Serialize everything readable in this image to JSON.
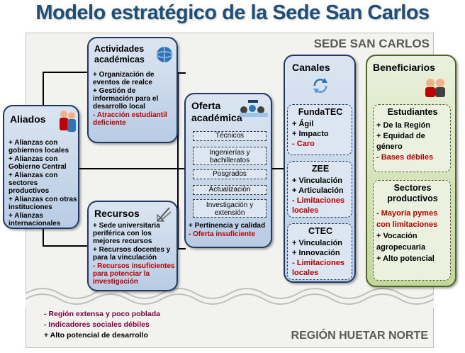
{
  "title": "Modelo estratégico de la Sede San Carlos",
  "sede_label": "SEDE SAN CARLOS",
  "region_label": "REGIÓN HUETAR NORTE",
  "aliados": {
    "heading": "Aliados",
    "items": [
      "+ Alianzas con gobiernos locales",
      "+ Alianzas con Gobierno Central",
      "+ Alianzas con sectores productivos",
      "+ Alianzas con otras instituciones",
      "+ Alianzas internacionales"
    ]
  },
  "actividades": {
    "heading": "Actividades académicas",
    "items": [
      "+ Organización de eventos de realce",
      "+ Gestión de información para el desarrollo local"
    ],
    "weak": [
      "- Atracción estudiantil deficiente"
    ]
  },
  "recursos": {
    "heading": "Recursos",
    "items": [
      "+ Sede universitaria periférica con los mejores recursos",
      "+ Recursos docentes y para la vinculación"
    ],
    "weak": [
      "- Recursos insuficientes para potenciar la investigación"
    ]
  },
  "oferta": {
    "heading": "Oferta académica",
    "tags": [
      "Técnicos",
      "Ingenierías y bachilleratos",
      "Posgrados",
      "Actualización",
      "Investigación y extensión"
    ],
    "items": [
      "+ Pertinencia y calidad"
    ],
    "weak": [
      "- Oferta insuficiente"
    ]
  },
  "canales": {
    "heading": "Canales",
    "groups": [
      {
        "name": "FundaTEC",
        "items": [
          "+ Ágil",
          "+ Impacto"
        ],
        "weak": [
          "- Caro"
        ]
      },
      {
        "name": "ZEE",
        "items": [
          "+ Vinculación",
          "+ Articulación"
        ],
        "weak": [
          "- Limitaciones locales"
        ]
      },
      {
        "name": "CTEC",
        "items": [
          "+ Vinculación",
          "+ Innovación"
        ],
        "weak": [
          "- Limitaciones locales"
        ]
      }
    ]
  },
  "beneficiarios": {
    "heading": "Beneficiarios",
    "estudiantes": {
      "name": "Estudiantes",
      "items": [
        "+ De la Región",
        "+ Equidad de género"
      ],
      "weak": [
        "- Bases débiles"
      ]
    },
    "sectores": {
      "name": "Sectores productivos",
      "weak": [
        "- Mayoría pymes con limitaciones"
      ],
      "items": [
        "+ Vocación agropecuaria",
        "+ Alto potencial"
      ]
    }
  },
  "region": {
    "weak": [
      "- Región extensa y poco poblada",
      "- Indicadores sociales débiles"
    ],
    "items": [
      "+ Alto potencial de desarrollo"
    ]
  },
  "colors": {
    "box_fill": "#dbe5f1",
    "box_border": "#1f3864",
    "benef_fill": "#d7e4bd",
    "weak_text": "#c00000",
    "title": "#1f4e79"
  }
}
